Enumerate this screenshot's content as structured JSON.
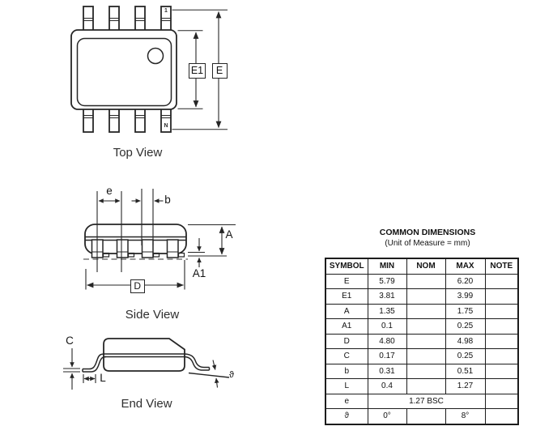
{
  "drawing": {
    "top_view": {
      "caption": "Top View",
      "pin_one_marker": "1",
      "pin_n_marker": "N",
      "dim_E1": "E1",
      "dim_E": "E"
    },
    "side_view": {
      "caption": "Side View",
      "dim_e": "e",
      "dim_b": "b",
      "dim_A": "A",
      "dim_A1": "A1",
      "dim_D": "D"
    },
    "end_view": {
      "caption": "End View",
      "dim_C": "C",
      "dim_L": "L",
      "dim_theta": "ϑ"
    }
  },
  "table": {
    "title": "COMMON DIMENSIONS",
    "subtitle": "(Unit of Measure = mm)",
    "columns": [
      "SYMBOL",
      "MIN",
      "NOM",
      "MAX",
      "NOTE"
    ],
    "rows": [
      {
        "symbol": "E",
        "min": "5.79",
        "nom": "",
        "max": "6.20",
        "note": ""
      },
      {
        "symbol": "E1",
        "min": "3.81",
        "nom": "",
        "max": "3.99",
        "note": ""
      },
      {
        "symbol": "A",
        "min": "1.35",
        "nom": "",
        "max": "1.75",
        "note": ""
      },
      {
        "symbol": "A1",
        "min": "0.1",
        "nom": "",
        "max": "0.25",
        "note": ""
      },
      {
        "symbol": "D",
        "min": "4.80",
        "nom": "",
        "max": "4.98",
        "note": ""
      },
      {
        "symbol": "C",
        "min": "0.17",
        "nom": "",
        "max": "0.25",
        "note": ""
      },
      {
        "symbol": "b",
        "min": "0.31",
        "nom": "",
        "max": "0.51",
        "note": ""
      },
      {
        "symbol": "L",
        "min": "0.4",
        "nom": "",
        "max": "1.27",
        "note": ""
      },
      {
        "symbol": "e",
        "span": "1.27 BSC",
        "note": ""
      },
      {
        "symbol": "ϑ",
        "min": "0°",
        "nom": "",
        "max": "8°",
        "note": ""
      }
    ]
  },
  "colors": {
    "line": "#262626",
    "dashed": "#9a9a9a",
    "text": "#141414"
  }
}
